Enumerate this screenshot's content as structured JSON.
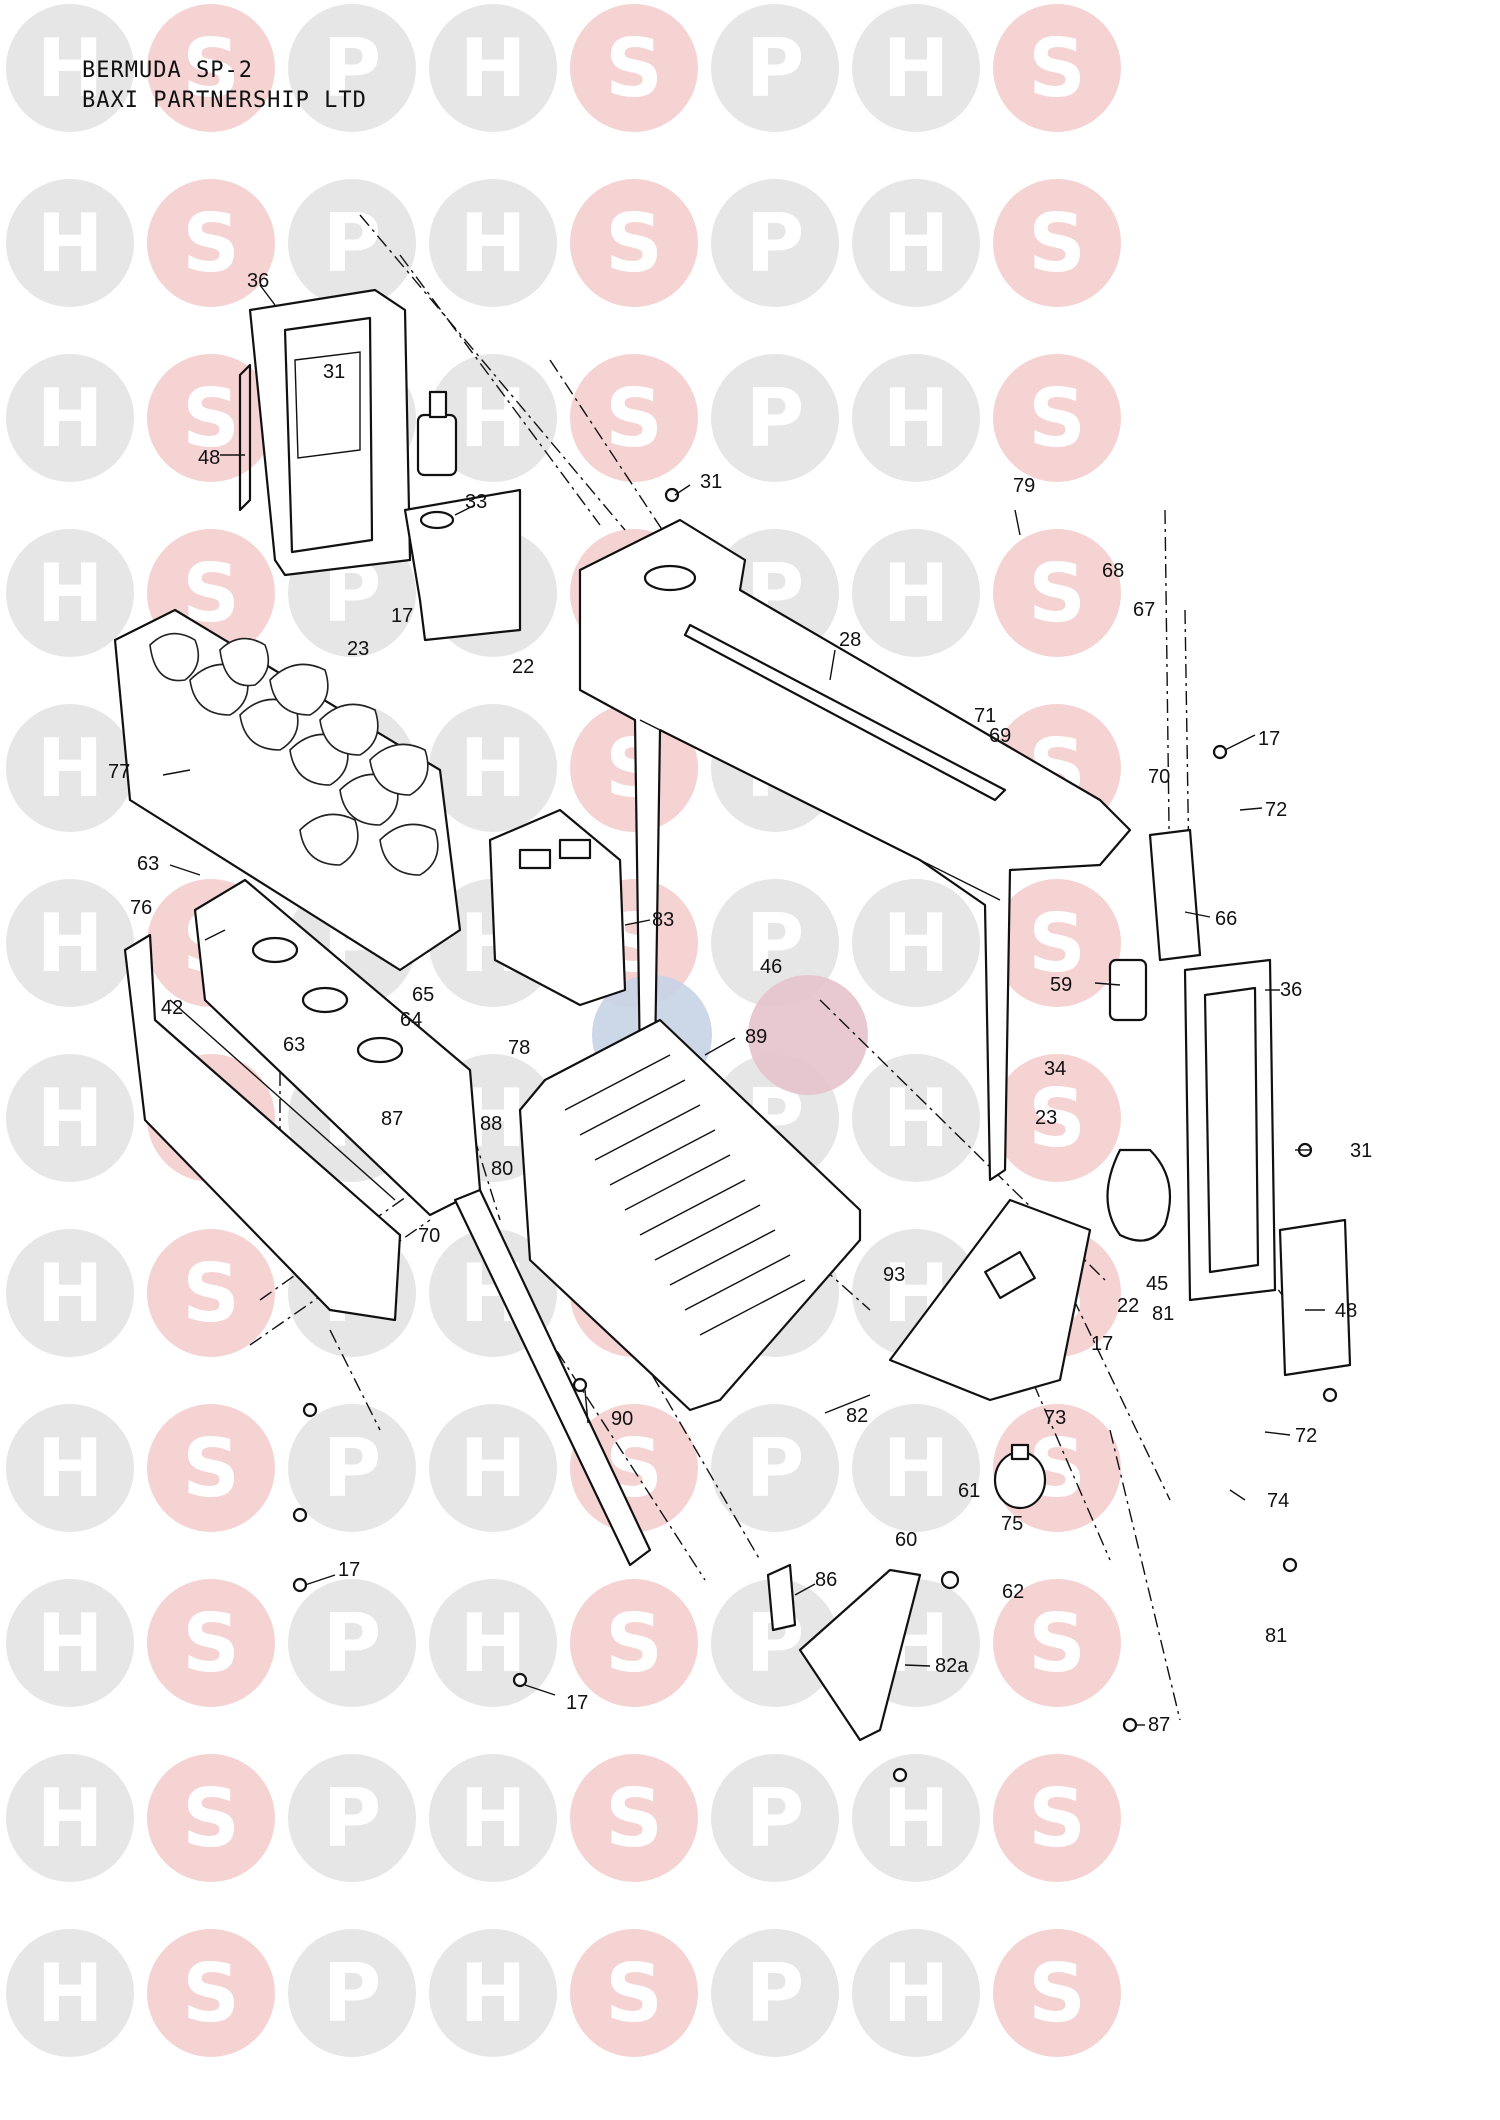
{
  "header": {
    "model": "BERMUDA SP-2",
    "company": "BAXI PARTNERSHIP LTD"
  },
  "watermark": {
    "letters": [
      "H",
      "S",
      "P"
    ],
    "colors": {
      "grey": "#e6e6e6",
      "pink": "#f6d3d3",
      "center_grey": "#c7d3e6",
      "center_pink": "#e7c3cc"
    }
  },
  "parts": [
    {
      "id": "p36a",
      "label": "36"
    },
    {
      "id": "p31a",
      "label": "31"
    },
    {
      "id": "p48a",
      "label": "48"
    },
    {
      "id": "p33",
      "label": "33"
    },
    {
      "id": "p31b",
      "label": "31"
    },
    {
      "id": "p79",
      "label": "79"
    },
    {
      "id": "p68",
      "label": "68"
    },
    {
      "id": "p67",
      "label": "67"
    },
    {
      "id": "p17a",
      "label": "17"
    },
    {
      "id": "p23a",
      "label": "23"
    },
    {
      "id": "p22a",
      "label": "22"
    },
    {
      "id": "p28",
      "label": "28"
    },
    {
      "id": "p71",
      "label": "71"
    },
    {
      "id": "p69",
      "label": "69"
    },
    {
      "id": "p17b",
      "label": "17"
    },
    {
      "id": "p77",
      "label": "77"
    },
    {
      "id": "p70a",
      "label": "70"
    },
    {
      "id": "p72a",
      "label": "72"
    },
    {
      "id": "p63a",
      "label": "63"
    },
    {
      "id": "p66",
      "label": "66"
    },
    {
      "id": "p76",
      "label": "76"
    },
    {
      "id": "p83",
      "label": "83"
    },
    {
      "id": "p46",
      "label": "46"
    },
    {
      "id": "p36b",
      "label": "36"
    },
    {
      "id": "p42",
      "label": "42"
    },
    {
      "id": "p65",
      "label": "65"
    },
    {
      "id": "p64",
      "label": "64"
    },
    {
      "id": "p59",
      "label": "59"
    },
    {
      "id": "p63b",
      "label": "63"
    },
    {
      "id": "p89",
      "label": "89"
    },
    {
      "id": "p78",
      "label": "78"
    },
    {
      "id": "p34",
      "label": "34"
    },
    {
      "id": "p87a",
      "label": "87"
    },
    {
      "id": "p88",
      "label": "88"
    },
    {
      "id": "p23b",
      "label": "23"
    },
    {
      "id": "p31c",
      "label": "31"
    },
    {
      "id": "p80",
      "label": "80"
    },
    {
      "id": "p70b",
      "label": "70"
    },
    {
      "id": "p93",
      "label": "93"
    },
    {
      "id": "p45",
      "label": "45"
    },
    {
      "id": "p22b",
      "label": "22"
    },
    {
      "id": "p81a",
      "label": "81"
    },
    {
      "id": "p48b",
      "label": "48"
    },
    {
      "id": "p17c",
      "label": "17"
    },
    {
      "id": "p82",
      "label": "82"
    },
    {
      "id": "p73",
      "label": "73"
    },
    {
      "id": "p90",
      "label": "90"
    },
    {
      "id": "p72b",
      "label": "72"
    },
    {
      "id": "p61",
      "label": "61"
    },
    {
      "id": "p74",
      "label": "74"
    },
    {
      "id": "p75",
      "label": "75"
    },
    {
      "id": "p60",
      "label": "60"
    },
    {
      "id": "p17d",
      "label": "17"
    },
    {
      "id": "p86",
      "label": "86"
    },
    {
      "id": "p62",
      "label": "62"
    },
    {
      "id": "p81b",
      "label": "81"
    },
    {
      "id": "p82a",
      "label": "82a"
    },
    {
      "id": "p17e",
      "label": "17"
    },
    {
      "id": "p87b",
      "label": "87"
    }
  ]
}
